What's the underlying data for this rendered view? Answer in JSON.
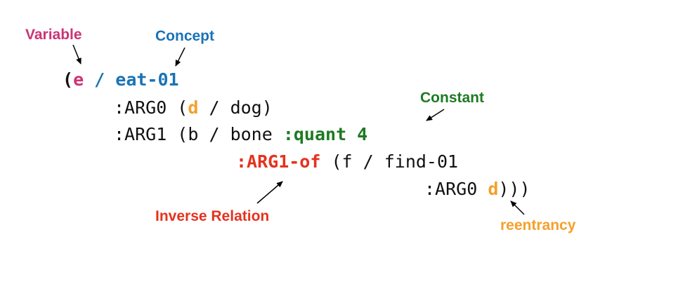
{
  "colors": {
    "black": "#111111",
    "magenta": "#cc3377",
    "blue": "#1a73b5",
    "orange": "#f5a02a",
    "green": "#1e7a22",
    "red": "#e6321e"
  },
  "labels": {
    "variable": "Variable",
    "concept": "Concept",
    "constant": "Constant",
    "inverse_relation": "Inverse Relation",
    "reentrancy": "reentrancy"
  },
  "amr": {
    "line1": {
      "open": "(",
      "var": "e",
      "slash": " / ",
      "concept": "eat-01"
    },
    "line2": {
      "role": ":ARG0 (",
      "var": "d",
      "rest": " / dog)"
    },
    "line3": {
      "role": ":ARG1 (b / bone ",
      "quant": ":quant 4"
    },
    "line4": {
      "inverse": ":ARG1-of",
      "rest": " (f / find-01"
    },
    "line5": {
      "role": ":ARG0 ",
      "var": "d",
      "close": ")))"
    }
  }
}
